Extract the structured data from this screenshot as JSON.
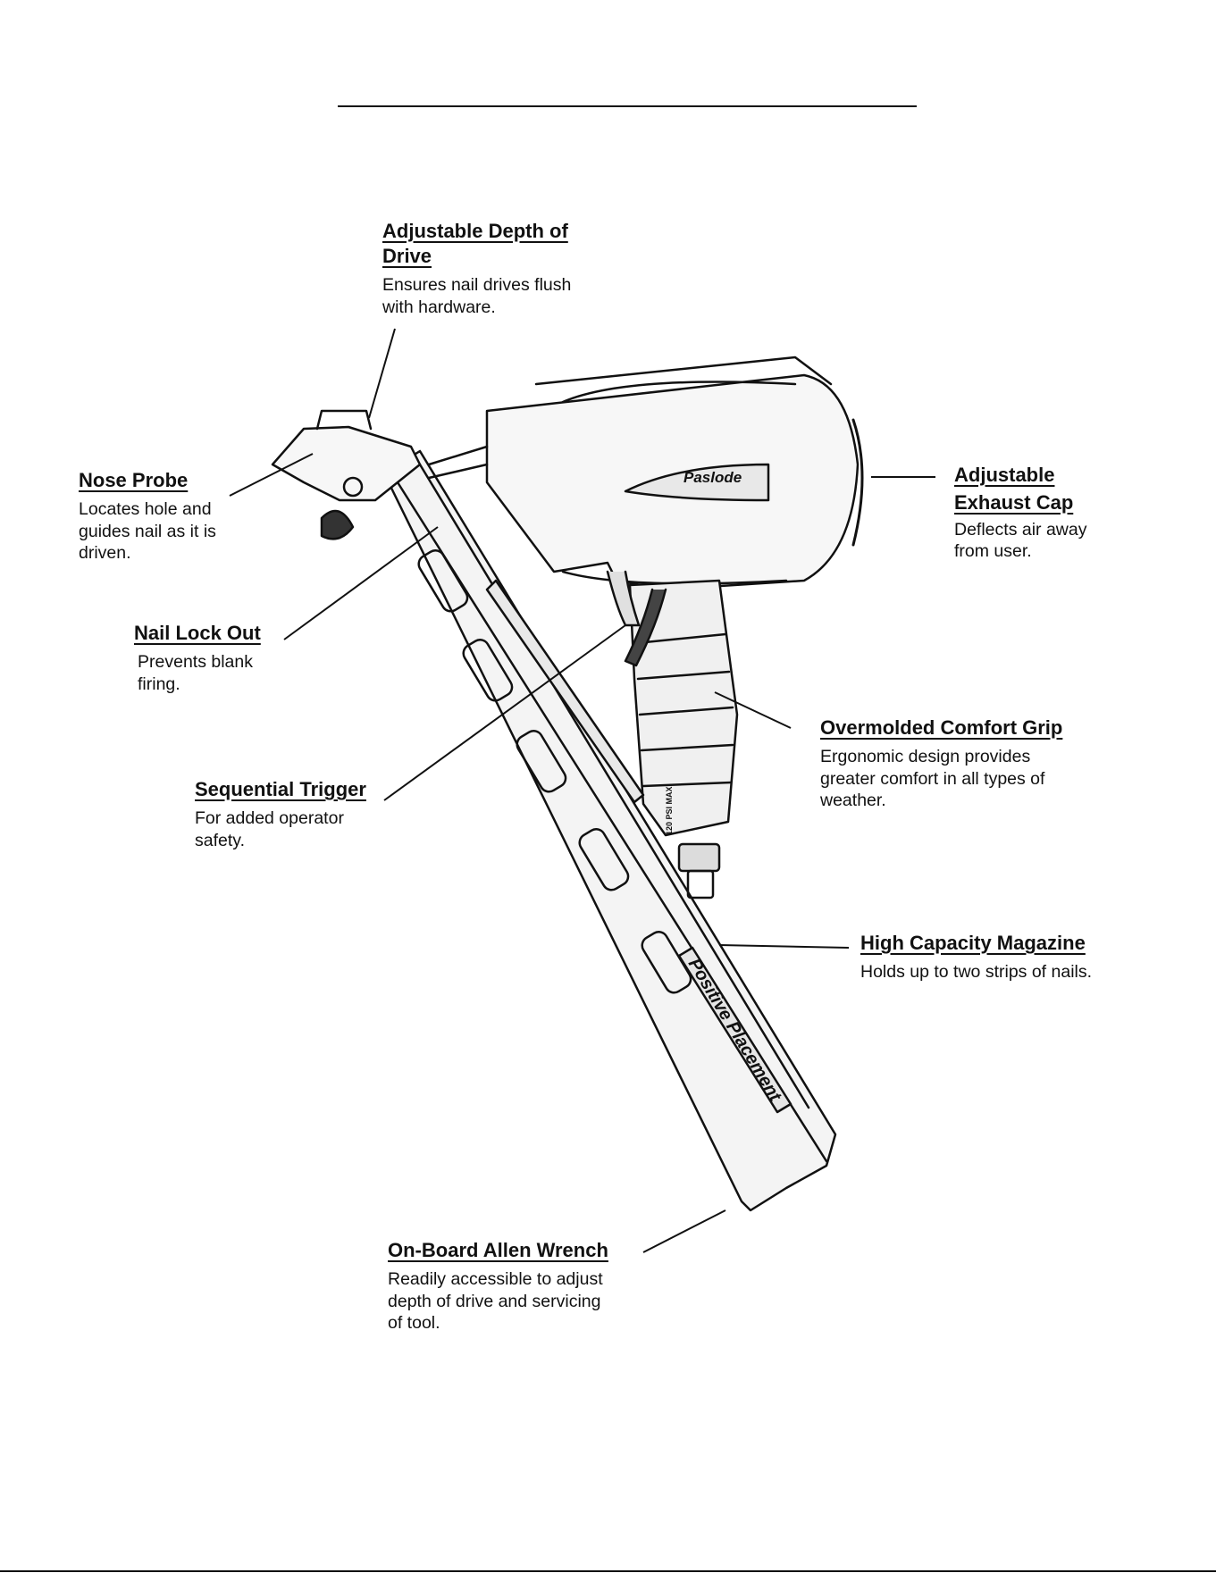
{
  "brand": {
    "logo_text": "Paslode",
    "magazine_text": "Positive Placement",
    "handle_label": "120 PSI MAX"
  },
  "callouts": [
    {
      "id": "depth",
      "title": "Adjustable Depth of\nDrive",
      "desc": "Ensures nail drives flush\nwith hardware."
    },
    {
      "id": "nose",
      "title": "Nose Probe",
      "desc": "Locates hole and\nguides nail as it is\ndriven."
    },
    {
      "id": "exhaust",
      "title": "Adjustable\nExhaust Cap",
      "desc": "Deflects air away\nfrom user."
    },
    {
      "id": "lockout",
      "title": "Nail Lock Out",
      "desc": "Prevents blank\nfiring."
    },
    {
      "id": "grip",
      "title": "Overmolded Comfort Grip",
      "desc": "Ergonomic design provides\ngreater comfort in all types of\nweather."
    },
    {
      "id": "trigger",
      "title": "Sequential Trigger",
      "desc": "For added  operator\nsafety."
    },
    {
      "id": "magazine",
      "title": "High Capacity Magazine",
      "desc": "Holds up to two strips of nails."
    },
    {
      "id": "wrench",
      "title": "On-Board Allen Wrench",
      "desc": "Readily accessible to adjust\ndepth of drive and servicing\nof tool."
    }
  ]
}
